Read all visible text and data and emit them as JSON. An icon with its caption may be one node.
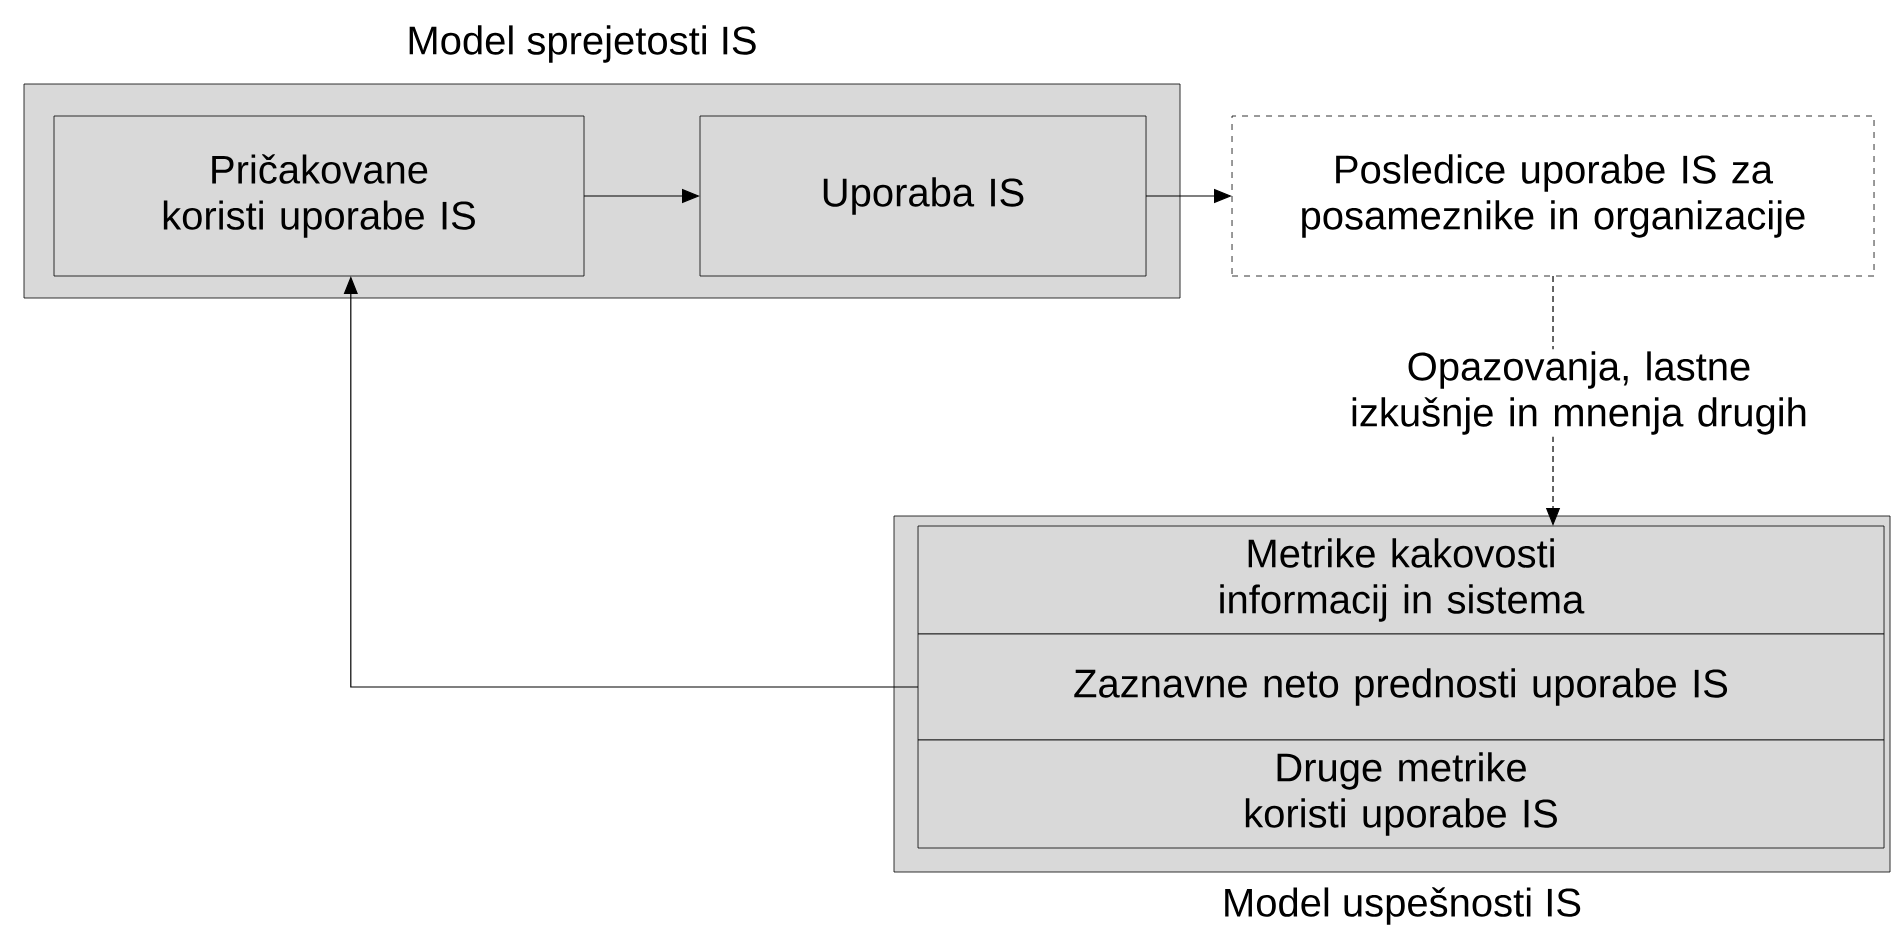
{
  "diagram": {
    "nodes": [
      {
        "text": [
          "Model sprejetosti IS"
        ]
      },
      {
        "text": [
          "Pričakovane koristi uporabe IS"
        ],
        "in": 0
      },
      {
        "text": [
          "Uporaba IS"
        ],
        "in": 0
      },
      {
        "text": [
          "Posledice uporabe IS za posameznike in organizacije"
        ]
      },
      {
        "text": [
          "Model uspešnosti IS"
        ]
      },
      {
        "text": [
          "Metrike kakovosti informacij in sistema"
        ],
        "in": 4
      },
      {
        "text": [
          "Zaznavne neto prednosti uporabe IS"
        ],
        "in": 4
      },
      {
        "text": [
          "Druge metrike koristi uporabe IS"
        ],
        "in": 4
      }
    ],
    "edges": [
      {
        "from": 1,
        "to": 2,
        "arrow": "to"
      },
      {
        "from": 2,
        "to": 3,
        "arrow": "to"
      },
      {
        "from": 3,
        "to": 5,
        "arrow": "to",
        "style": "dashed",
        "label": "Opazovanja, lastne izkušnje in mnenja drugih"
      },
      {
        "from": 6,
        "to": 1,
        "arrow": "to"
      }
    ]
  }
}
